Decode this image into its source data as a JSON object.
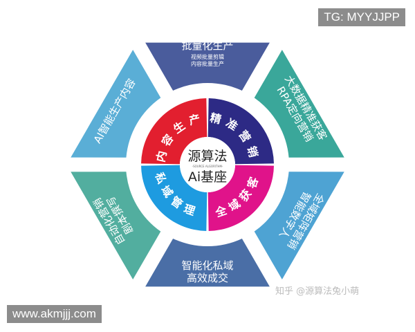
{
  "segments": [
    {
      "title": "批量化生产",
      "sub": [
        "视频批量剪辑",
        "内容批量生产"
      ],
      "color": "#4a5c9c"
    },
    {
      "lines": [
        "大数据精准获客",
        "RPA定向营销"
      ],
      "color": "#3aa79a"
    },
    {
      "lines": [
        "全域矩阵营销",
        "智能数字人"
      ],
      "color": "#4ea3d3"
    },
    {
      "lines": [
        "智能化私域",
        "高效成交"
      ],
      "color": "#4a6ea6"
    },
    {
      "lines": [
        "自动化营销",
        "剧本撰写"
      ],
      "color": "#52ae9f"
    },
    {
      "lines": [
        "AI智能生产内容"
      ],
      "color": "#5aaed6"
    }
  ],
  "ring": [
    {
      "label": "内容生产",
      "color": "#e21f2f"
    },
    {
      "label": "精准营销",
      "color": "#2d2a85"
    },
    {
      "label": "全域获客",
      "color": "#e0138a"
    },
    {
      "label": "私域管理",
      "color": "#1e9be0"
    }
  ],
  "center": {
    "line1": "源算法",
    "tagline": "-SOURCE ALGORITHM-",
    "line2": "Ai基座"
  },
  "watermarks": {
    "tg": "TG: MYYJJPP",
    "site": "www.akmjjj.com",
    "zhihu": "知乎 @源算法兔小萌"
  }
}
